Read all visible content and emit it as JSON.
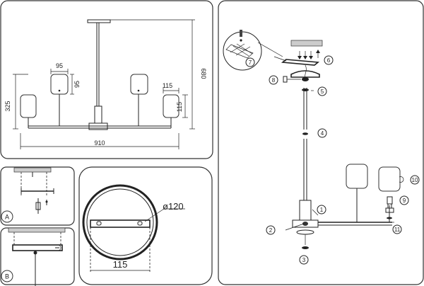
{
  "dimensions": {
    "top_arm_width": "95",
    "top_arm_height": "95",
    "shade_width": "115",
    "shade_height": "115",
    "side_height": "325",
    "total_height": "680",
    "total_width": "910",
    "canopy_diameter": "ø120",
    "canopy_width": "115"
  },
  "mount_labels": {
    "a": "A",
    "b": "B"
  },
  "steps": [
    "1",
    "2",
    "3",
    "4",
    "5",
    "6",
    "7",
    "8",
    "9",
    "10",
    "11"
  ]
}
